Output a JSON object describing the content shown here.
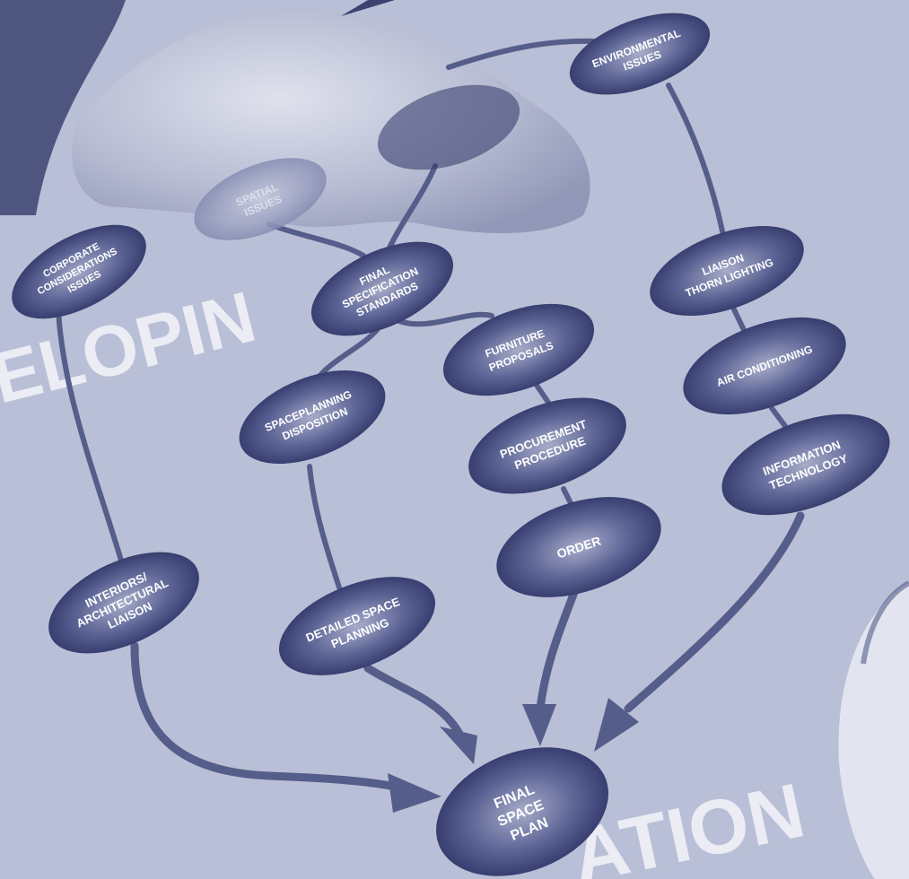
{
  "background_words": {
    "left": "ELOPIN",
    "bottom": "ATION"
  },
  "nodes": {
    "environmental": [
      "ENVIRONMENTAL",
      "ISSUES"
    ],
    "spatial": [
      "SPATIAL",
      "ISSUES"
    ],
    "corporate": [
      "CORPORATE",
      "CONSIDERATIONS",
      "ISSUES"
    ],
    "final_spec": [
      "FINAL",
      "SPECIFICATION",
      "STANDARDS"
    ],
    "liaison": [
      "LIAISON",
      "THORN LIGHTING"
    ],
    "furniture": [
      "FURNITURE",
      "PROPOSALS"
    ],
    "air_conditioning": [
      "AIR CONDITIONING"
    ],
    "spaceplanning": [
      "SPACEPLANNING",
      "DISPOSITION"
    ],
    "procurement": [
      "PROCUREMENT",
      "PROCEDURE"
    ],
    "information_technology": [
      "INFORMATION",
      "TECHNOLOGY"
    ],
    "order": [
      "ORDER"
    ],
    "interiors": [
      "INTERIORS/",
      "ARCHITECTURAL",
      "LIAISON"
    ],
    "detailed_space": [
      "DETAILED SPACE",
      "PLANNING"
    ],
    "final_space_plan": [
      "FINAL",
      "SPACE",
      "PLAN"
    ]
  },
  "colors": {
    "background": "#b9bfd6",
    "node_dark": "#2e3566",
    "node_light": "#a7acc8",
    "edge": "#555d8a"
  }
}
